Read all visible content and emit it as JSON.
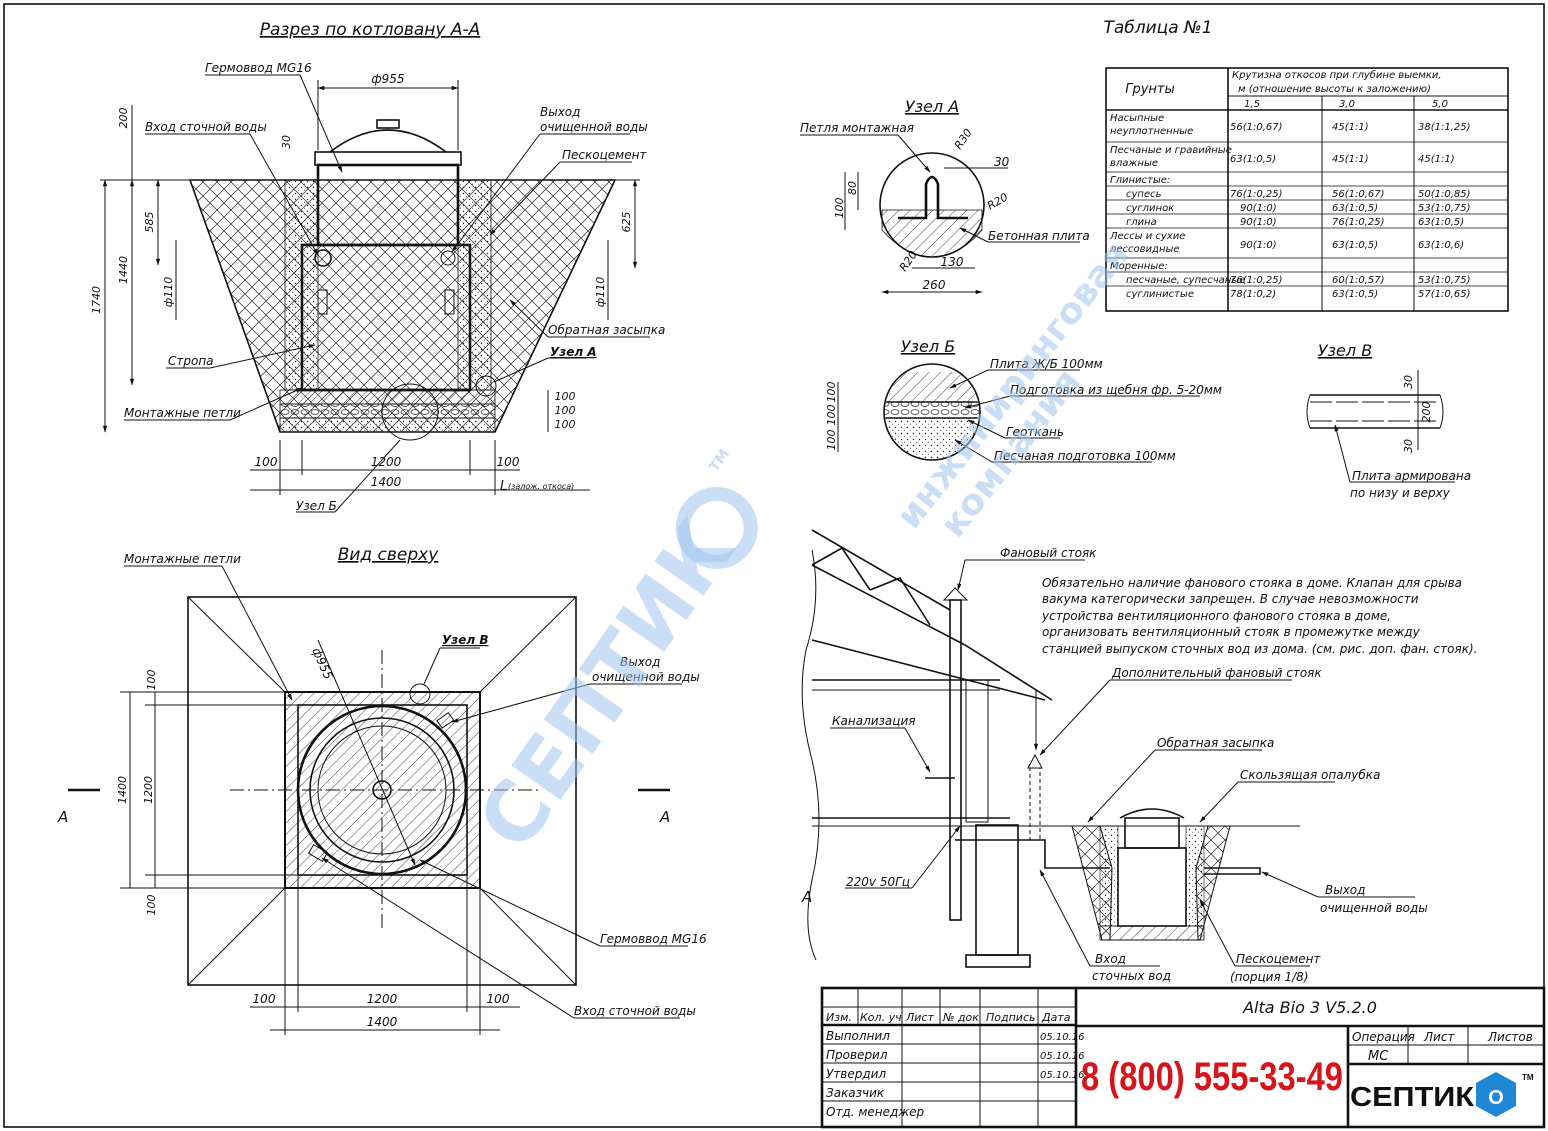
{
  "colors": {
    "ink": "#111111",
    "accent_red": "#d6141b",
    "watermark": "#9fc4ee",
    "logo_blue": "#1e88d6"
  },
  "section_aa": {
    "title": "Разрез по котловану А-А",
    "labels": {
      "germovvod": "Гермоввод MG16",
      "inlet": "Вход сточной воды",
      "outlet_1": "Выход",
      "outlet_2": "очищенной воды",
      "sand_cement": "Пескоцемент",
      "backfill": "Обратная засыпка",
      "sling": "Стропа",
      "uzel_a": "Узел А",
      "mount_loops": "Монтажные петли",
      "uzel_b": "Узел Б",
      "slope": "L",
      "slope_note": "(залож. откоса)"
    },
    "dims": {
      "d955": "ф955",
      "d200": "200",
      "d30": "30",
      "d585": "585",
      "d1440": "1440",
      "d1740": "1740",
      "d625": "625",
      "d110a": "ф110",
      "d110b": "ф110",
      "d100a": "100",
      "d100b": "100",
      "d100c": "100",
      "w100l": "100",
      "w1200": "1200",
      "w100r": "100",
      "w1400": "1400"
    }
  },
  "top_view": {
    "title": "Вид сверху",
    "labels": {
      "mount_loops": "Монтажные петли",
      "uzel_v": "Узел В",
      "outlet_1": "Выход",
      "outlet_2": "очищенной воды",
      "germovvod": "Гермоввод MG16",
      "inlet": "Вход сточной воды",
      "cut_left": "А",
      "cut_right": "А"
    },
    "dims": {
      "d955": "ф955",
      "v100a": "100",
      "v1200": "1200",
      "v1400": "1400",
      "v100b": "100",
      "h100l": "100",
      "h1200": "1200",
      "h100r": "100",
      "h1400": "1400"
    }
  },
  "uzel_a": {
    "title": "Узел А",
    "labels": {
      "loop": "Петля монтажная",
      "plate": "Бетонная плита"
    },
    "dims": {
      "r30": "R30",
      "d30": "30",
      "r20a": "R20",
      "r20b": "R20",
      "d80": "80",
      "d100": "100",
      "d130": "130",
      "d260": "260"
    }
  },
  "uzel_b": {
    "title": "Узел Б",
    "labels": {
      "l1": "Плита Ж/Б 100мм",
      "l2": "Подготовка из щебня фр. 5-20мм",
      "l3": "Геоткань",
      "l4": "Песчаная подготовка 100мм"
    },
    "dims": {
      "d1": "100",
      "d2": "100",
      "d3": "100"
    }
  },
  "uzel_v": {
    "title": "Узел В",
    "labels": {
      "l1": "Плита армирована",
      "l2": "по низу и верху"
    },
    "dims": {
      "d30a": "30",
      "d200": "200",
      "d30b": "30"
    }
  },
  "table1": {
    "title": "Таблица №1",
    "col_soil": "Грунты",
    "col_header_1": "Крутизна откосов при глубине выемки,",
    "col_header_2": "м (отношение высоты к заложению)",
    "depths": [
      "1,5",
      "3,0",
      "5,0"
    ],
    "rows": [
      {
        "name": [
          "Насыпные",
          "неуплотненные"
        ],
        "v": [
          "56(1:0,67)",
          "45(1:1)",
          "38(1:1,25)"
        ]
      },
      {
        "name": [
          "Песчаные и гравийные",
          "влажные"
        ],
        "v": [
          "63(1:0,5)",
          "45(1:1)",
          "45(1:1)"
        ]
      },
      {
        "name": [
          "Глинистые:"
        ],
        "v": [
          "",
          "",
          ""
        ]
      },
      {
        "name": [
          "супесь"
        ],
        "v": [
          "76(1:0,25)",
          "56(1:0,67)",
          "50(1:0,85)"
        ]
      },
      {
        "name": [
          "суглинок"
        ],
        "v": [
          "90(1:0)",
          "63(1:0,5)",
          "53(1:0,75)"
        ]
      },
      {
        "name": [
          "глина"
        ],
        "v": [
          "90(1:0)",
          "76(1:0,25)",
          "63(1:0,5)"
        ]
      },
      {
        "name": [
          "Лессы и сухие",
          "лессовидные"
        ],
        "v": [
          "90(1:0)",
          "63(1:0,5)",
          "63(1:0,6)"
        ]
      },
      {
        "name": [
          "Моренные:"
        ],
        "v": [
          "",
          "",
          ""
        ]
      },
      {
        "name": [
          "песчаные, супесчаные"
        ],
        "v": [
          "76(1:0,25)",
          "60(1:0,57)",
          "53(1:0,75)"
        ]
      },
      {
        "name": [
          "суглинистые"
        ],
        "v": [
          "78(1:0,2)",
          "63(1:0,5)",
          "57(1:0,65)"
        ]
      }
    ]
  },
  "scheme": {
    "vent": "Фановый стояк",
    "note": [
      "Обязательно наличие фанового стояка в доме. Клапан для срыва",
      "вакума категорически запрещен. В случае невозможности",
      "устройства вентиляционного фанового стояка в доме,",
      "организовать вентиляционный стояк в промежутке между",
      "станцией выпуском сточных вод из дома. (см. рис. доп. фан. стояк)."
    ],
    "extra_vent": "Дополнительный фановый стояк",
    "sewer": "Канализация",
    "backfill": "Обратная засыпка",
    "formwork": "Скользящая опалубка",
    "power": "220v 50Гц",
    "letter_a": "А",
    "inlet_1": "Вход",
    "inlet_2": "сточных вод",
    "outlet_1": "Выход",
    "outlet_2": "очищенной воды",
    "sand_1": "Пескоцемент",
    "sand_2": "(порция 1/8)"
  },
  "stamp": {
    "model": "Alta Bio 3 V5.2.0",
    "cols": [
      "Изм.",
      "Кол. уч",
      "Лист",
      "№ док",
      "Подпись",
      "Дата"
    ],
    "roles": [
      "Выполнил",
      "Проверил",
      "Утвердил",
      "Заказчик",
      "Отд. менеджер"
    ],
    "dates": [
      "05.10.16",
      "05.10.16",
      "05.10.16"
    ],
    "phone": "8 (800) 555-33-49",
    "right_heads": [
      "Операция",
      "Лист",
      "Листов"
    ],
    "op_value": "МС",
    "brand": "СЕПТИК",
    "brand_o": "O",
    "tm": "TM"
  },
  "watermark": {
    "main": "СЕПТИК",
    "o": "O",
    "tm": "TM",
    "sub1": "инжиниринговая",
    "sub2": "компания"
  }
}
